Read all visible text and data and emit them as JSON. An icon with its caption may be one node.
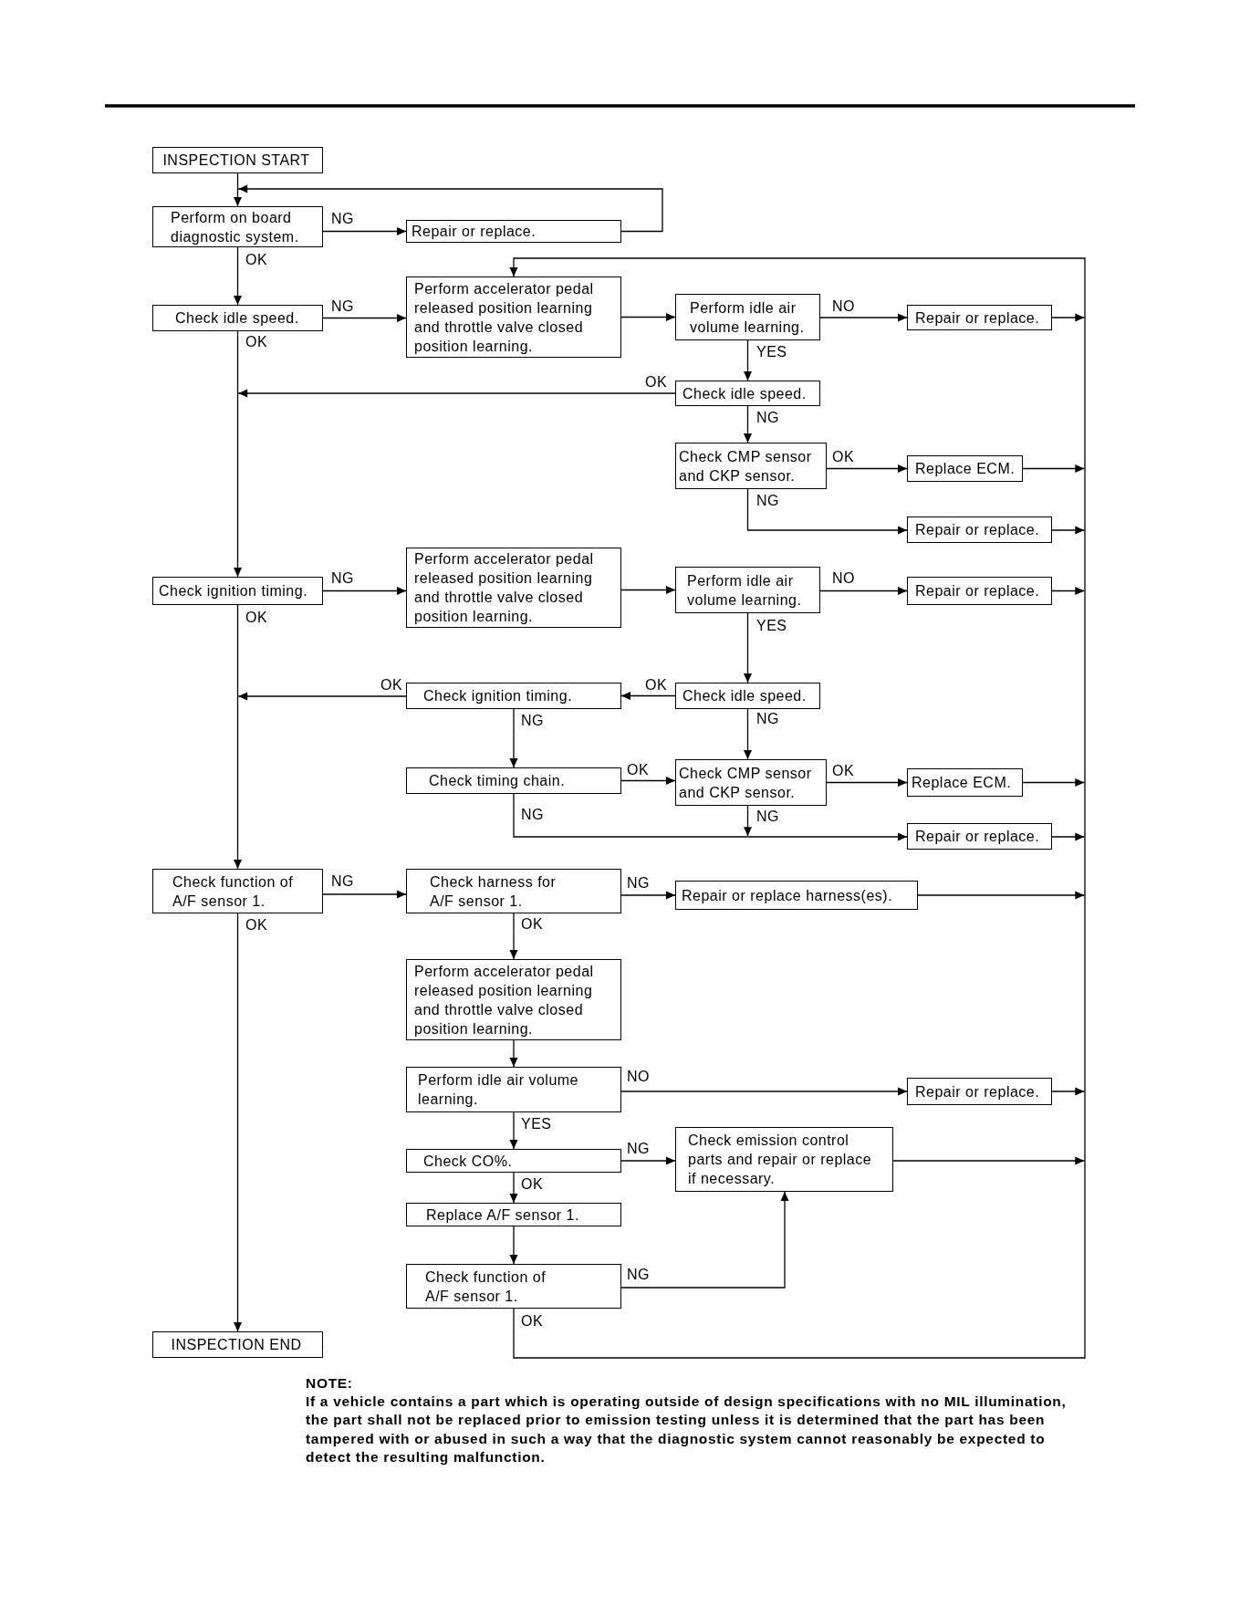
{
  "diagram": {
    "nodes": [
      {
        "text": [
          "INSPECTION START"
        ]
      },
      {
        "text": [
          "Perform on board diagnostic system."
        ]
      },
      {
        "text": [
          "Repair or replace."
        ]
      },
      {
        "text": [
          "Check idle speed."
        ]
      },
      {
        "text": [
          "Perform accelerator pedal released position learning and throttle valve closed position learning."
        ]
      },
      {
        "text": [
          "Perform idle air volume learning."
        ]
      },
      {
        "text": [
          "Repair or replace."
        ]
      },
      {
        "text": [
          "Check idle speed."
        ]
      },
      {
        "text": [
          "Check CMP sensor and CKP sensor."
        ]
      },
      {
        "text": [
          "Replace ECM."
        ]
      },
      {
        "text": [
          "Repair or replace."
        ]
      },
      {
        "text": [
          "Check ignition timing."
        ]
      },
      {
        "text": [
          "Perform accelerator pedal released position learning and throttle valve closed position learning."
        ]
      },
      {
        "text": [
          "Perform idle air volume learning."
        ]
      },
      {
        "text": [
          "Repair or replace."
        ]
      },
      {
        "text": [
          "Check ignition timing."
        ]
      },
      {
        "text": [
          "Check idle speed."
        ]
      },
      {
        "text": [
          "Check timing chain."
        ]
      },
      {
        "text": [
          "Check CMP sensor and CKP sensor."
        ]
      },
      {
        "text": [
          "Replace ECM."
        ]
      },
      {
        "text": [
          "Repair or replace."
        ]
      },
      {
        "text": [
          "Check function of A/F sensor 1."
        ]
      },
      {
        "text": [
          "Check harness for A/F sensor 1."
        ]
      },
      {
        "text": [
          "Repair or replace harness(es)."
        ]
      },
      {
        "text": [
          "Perform accelerator pedal released position learning and throttle valve closed position learning."
        ]
      },
      {
        "text": [
          "Perform idle air volume learning."
        ]
      },
      {
        "text": [
          "Repair or replace."
        ]
      },
      {
        "text": [
          "Check CO%."
        ]
      },
      {
        "text": [
          "Check emission control parts and repair or replace if necessary."
        ]
      },
      {
        "text": [
          "Replace A/F sensor 1."
        ]
      },
      {
        "text": [
          "Check function of A/F sensor 1."
        ]
      },
      {
        "text": [
          "INSPECTION END"
        ]
      }
    ],
    "edges": [
      {
        "from": 0,
        "to": 1,
        "arrow": "to"
      },
      {
        "from": 1,
        "to": 2,
        "arrow": "to",
        "label": "NG"
      },
      {
        "from": 2,
        "to": 1,
        "arrow": "to"
      },
      {
        "from": 1,
        "to": 3,
        "arrow": "to",
        "label": "OK"
      },
      {
        "from": 3,
        "to": 4,
        "arrow": "to",
        "label": "NG"
      },
      {
        "from": 4,
        "to": 5,
        "arrow": "to"
      },
      {
        "from": 5,
        "to": 6,
        "arrow": "to",
        "label": "NO"
      },
      {
        "from": 5,
        "to": 7,
        "arrow": "to",
        "label": "YES"
      },
      {
        "from": 7,
        "to": 11,
        "arrow": "to",
        "label": "OK"
      },
      {
        "from": 7,
        "to": 8,
        "arrow": "to",
        "label": "NG"
      },
      {
        "from": 8,
        "to": 9,
        "arrow": "to",
        "label": "OK"
      },
      {
        "from": 8,
        "to": 10,
        "arrow": "to",
        "label": "NG"
      },
      {
        "from": 3,
        "to": 11,
        "arrow": "to",
        "label": "OK"
      },
      {
        "from": 11,
        "to": 12,
        "arrow": "to",
        "label": "NG"
      },
      {
        "from": 12,
        "to": 13,
        "arrow": "to"
      },
      {
        "from": 13,
        "to": 14,
        "arrow": "to",
        "label": "NO"
      },
      {
        "from": 13,
        "to": 16,
        "arrow": "to",
        "label": "YES"
      },
      {
        "from": 16,
        "to": 15,
        "arrow": "to",
        "label": "OK"
      },
      {
        "from": 15,
        "to": 21,
        "arrow": "to",
        "label": "OK"
      },
      {
        "from": 15,
        "to": 17,
        "arrow": "to",
        "label": "NG"
      },
      {
        "from": 17,
        "to": 18,
        "arrow": "to",
        "label": "OK"
      },
      {
        "from": 16,
        "to": 18,
        "arrow": "to",
        "label": "NG"
      },
      {
        "from": 18,
        "to": 19,
        "arrow": "to",
        "label": "OK"
      },
      {
        "from": 18,
        "to": 20,
        "arrow": "to",
        "label": "NG"
      },
      {
        "from": 17,
        "to": 20,
        "arrow": "to",
        "label": "NG"
      },
      {
        "from": 11,
        "to": 21,
        "arrow": "to",
        "label": "OK"
      },
      {
        "from": 21,
        "to": 22,
        "arrow": "to",
        "label": "NG"
      },
      {
        "from": 22,
        "to": 23,
        "arrow": "to",
        "label": "NG"
      },
      {
        "from": 22,
        "to": 24,
        "arrow": "to",
        "label": "OK"
      },
      {
        "from": 24,
        "to": 25,
        "arrow": "to"
      },
      {
        "from": 25,
        "to": 26,
        "arrow": "to",
        "label": "NO"
      },
      {
        "from": 25,
        "to": 27,
        "arrow": "to",
        "label": "YES"
      },
      {
        "from": 27,
        "to": 28,
        "arrow": "to",
        "label": "NG"
      },
      {
        "from": 27,
        "to": 29,
        "arrow": "to",
        "label": "OK"
      },
      {
        "from": 29,
        "to": 30,
        "arrow": "to"
      },
      {
        "from": 30,
        "to": 28,
        "arrow": "to",
        "label": "NG"
      },
      {
        "from": 21,
        "to": 31,
        "arrow": "to",
        "label": "OK"
      },
      {
        "from": 6,
        "to": 4,
        "arrow": "to"
      },
      {
        "from": 9,
        "to": 4,
        "arrow": "to"
      },
      {
        "from": 10,
        "to": 4,
        "arrow": "to"
      },
      {
        "from": 14,
        "to": 4,
        "arrow": "to"
      },
      {
        "from": 19,
        "to": 4,
        "arrow": "to"
      },
      {
        "from": 20,
        "to": 4,
        "arrow": "to"
      },
      {
        "from": 23,
        "to": 4,
        "arrow": "to"
      },
      {
        "from": 26,
        "to": 4,
        "arrow": "to"
      },
      {
        "from": 28,
        "to": 4,
        "arrow": "to"
      },
      {
        "from": 30,
        "to": 4,
        "arrow": "to",
        "label": "OK"
      }
    ],
    "labels": [
      "NOTE:",
      "If a vehicle contains a part which is operating outside of design specifications with no MIL illumination, the part shall not be replaced prior to emission testing unless it is determined that the part has been tampered with or abused in such a way that the diagnostic system cannot reasonably be expected to detect the resulting malfunction."
    ]
  }
}
